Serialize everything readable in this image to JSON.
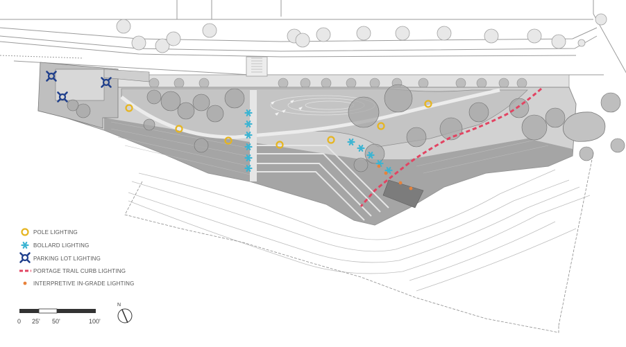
{
  "legend": {
    "items": [
      {
        "label": "POLE LIGHTING",
        "symbol": "pole-ring",
        "color": "#e6b520"
      },
      {
        "label": "BOLLARD LIGHTING",
        "symbol": "asterisk",
        "color": "#3cb4d2"
      },
      {
        "label": "PARKING LOT LIGHTING",
        "symbol": "quad-fixture",
        "color": "#1f3f8c"
      },
      {
        "label": "PORTAGE TRAIL CURB LIGHTING",
        "symbol": "dashed-line",
        "color": "#e24462"
      },
      {
        "label": "INTERPRETIVE IN-GRADE LIGHTING",
        "symbol": "dot",
        "color": "#e8823a"
      }
    ]
  },
  "scale_bar": {
    "ticks": [
      "0",
      "25'",
      "50'",
      "100'"
    ]
  },
  "north_arrow": {
    "label": "N"
  },
  "colors": {
    "site_fill": "#d2d2d2",
    "lawn_fill": "#c6c6c6",
    "tree_fill": "#a9a9a9",
    "linework": "#9a9a9a",
    "pole": "#e6b520",
    "bollard": "#3cb4d2",
    "parking": "#1f3f8c",
    "curb": "#e24462",
    "in_grade": "#e8823a"
  }
}
